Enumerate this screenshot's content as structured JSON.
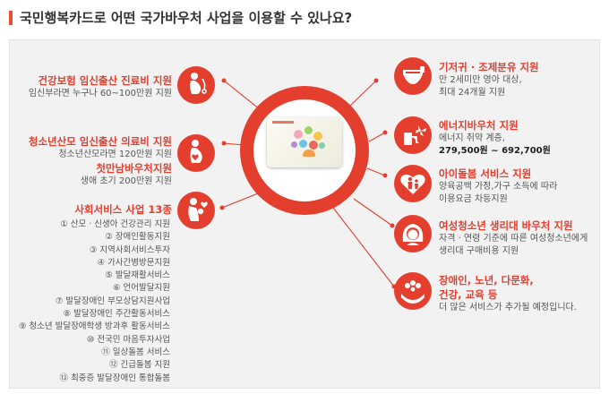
{
  "header": {
    "title": "국민행복카드로 어떤 국가바우처 사업을 이용할 수 있나요?",
    "accent_color": "#e8502f"
  },
  "colors": {
    "primary_red": "#e33e2e",
    "panel_bg": "#f2f2f2"
  },
  "left": {
    "item1": {
      "title": "건강보험 임신출산 진료비 지원",
      "desc": "임신부라면 누구나 60~100만원 지원",
      "icon": "pregnant-woman-stethoscope-icon"
    },
    "item2": {
      "title": "청소년산모 임신출산 의료비 지원",
      "desc": "청소년산모라면 120만원 지원",
      "icon": "pregnant-woman-heart-icon"
    },
    "item3": {
      "title": "첫만남바우처지원",
      "desc": "생애 초기 200만원 지원"
    },
    "social": {
      "title": "사회서비스 사업 13종",
      "icon": "mother-baby-heart-icon",
      "items": [
        "① 산모 · 신생아 건강관리 지원",
        "② 장애인활동지원",
        "③ 지역사회서비스투자",
        "④ 가사간병방문지원",
        "⑤ 발달재활서비스",
        "⑥ 언어발달지원",
        "⑦ 발달장애인 부모상담지원사업",
        "⑧ 발달장애인 주간활동서비스",
        "⑨ 청소년 발달장애학생 방과후 활동서비스",
        "⑩ 전국민 마음투자사업",
        "⑪ 일상돌봄 서비스",
        "⑫ 긴급돌봄 지원",
        "⑬ 최중증 발달장애인 통합돌봄"
      ]
    }
  },
  "right": {
    "item1": {
      "title": "기저귀 · 조제분유 지원",
      "desc1": "만 2세미만 영아 대상,",
      "desc2": "최대 24개월 지원",
      "icon": "diaper-icon"
    },
    "item2": {
      "title": "에너지바우처 지원",
      "desc1": "에너지 취약 계층,",
      "desc2": "279,500원 ~ 692,700원",
      "icon": "energy-pump-pinwheel-icon"
    },
    "item3": {
      "title": "아이돌봄 서비스 지원",
      "desc1": "양육공백 가정,가구 소득에 따라",
      "desc2": "이용요금 차등지원",
      "icon": "heart-family-icon"
    },
    "item4": {
      "title": "여성청소년 생리대 바우처 지원",
      "desc1": "자격 · 연령 기준에 따른 여성청소년에게",
      "desc2": "생리대 구매비용 지원",
      "icon": "girl-face-icon"
    },
    "item5": {
      "title1": "장애인, 노년, 다문화,",
      "title2": "건강, 교육 등",
      "desc": "더 많은 서비스가 추가될 예정입니다.",
      "icon": "hands-services-icon"
    }
  }
}
